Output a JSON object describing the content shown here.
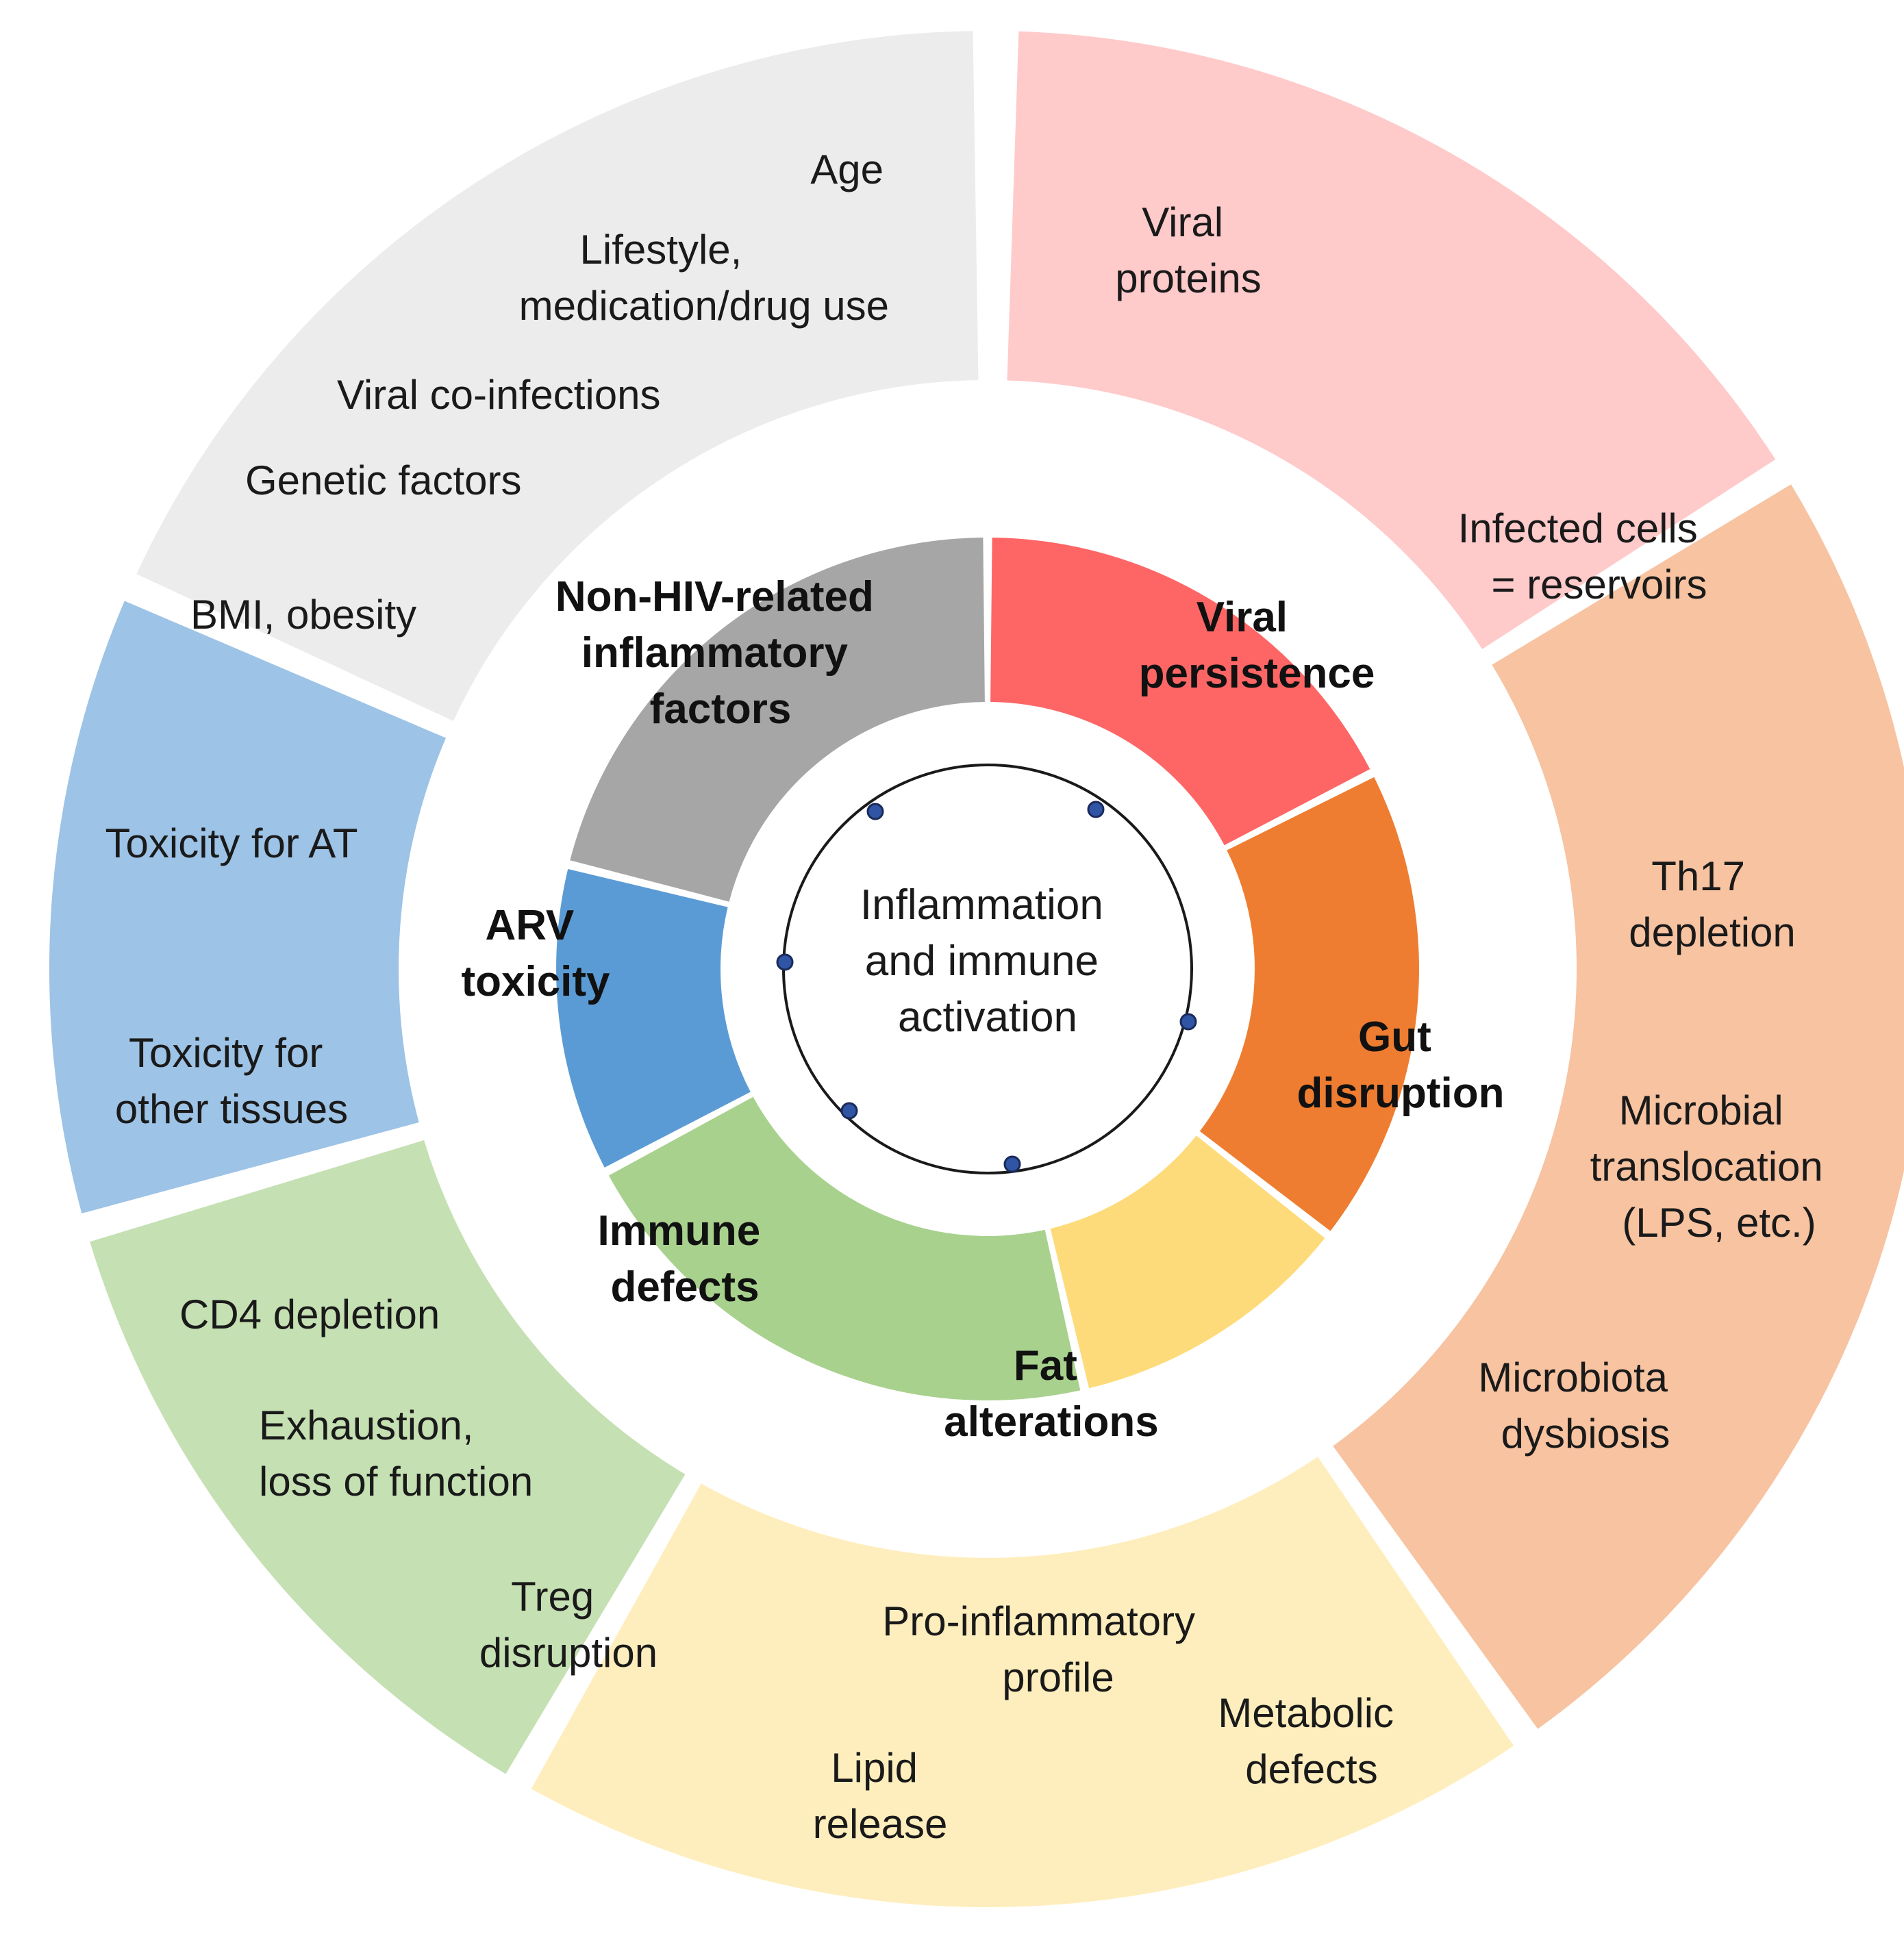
{
  "center": {
    "lines": [
      "Inflammation",
      "and immune",
      "activation"
    ]
  },
  "segments": [
    {
      "id": "viral-persistence",
      "inner_label": [
        "Viral",
        "persistence"
      ],
      "inner_color": "#fe6666",
      "outer_color": "#ffcaca",
      "outer_items": [
        [
          "Viral",
          "proteins"
        ],
        [
          "Infected  cells",
          "= reservoirs"
        ]
      ]
    },
    {
      "id": "gut-disruption",
      "inner_label": [
        "Gut",
        "disruption"
      ],
      "inner_color": "#ee7d31",
      "outer_color": "#f7c3a1",
      "outer_items": [
        [
          "Th17",
          "depletion"
        ],
        [
          "Microbial",
          "translocation",
          "(LPS, etc.)"
        ],
        [
          "Microbiota",
          "dysbiosis"
        ]
      ]
    },
    {
      "id": "fat-alterations",
      "inner_label": [
        "Fat",
        "alterations"
      ],
      "inner_color": "#fedb7a",
      "outer_color": "#ffeebd",
      "outer_items": [
        [
          "Pro-inflammatory",
          "profile"
        ],
        [
          "Metabolic",
          "defects"
        ],
        [
          "Lipid",
          "release"
        ]
      ]
    },
    {
      "id": "immune-defects",
      "inner_label": [
        "Immune",
        "defects"
      ],
      "inner_color": "#a8d18d",
      "outer_color": "#c5e0b3",
      "outer_items": [
        [
          "CD4 depletion"
        ],
        [
          "Exhaustion,",
          "loss of function"
        ],
        [
          "Treg",
          "disruption"
        ]
      ]
    },
    {
      "id": "arv-toxicity",
      "inner_label": [
        "ARV",
        "toxicity"
      ],
      "inner_color": "#5b9bd5",
      "outer_color": "#9dc3e6",
      "outer_items": [
        [
          "Toxicity  for AT"
        ],
        [
          "Toxicity  for",
          "other tissues"
        ]
      ]
    },
    {
      "id": "non-hiv-factors",
      "inner_label": [
        "Non-HIV-related",
        "inflammatory",
        "factors"
      ],
      "inner_color": "#a6a6a6",
      "outer_color": "#ececec",
      "outer_items": [
        [
          "Age"
        ],
        [
          "Lifestyle,",
          "medication/drug  use"
        ],
        [
          "Viral co-infections"
        ],
        [
          "Genetic factors"
        ],
        [
          "BMI,  obesity"
        ]
      ]
    }
  ]
}
